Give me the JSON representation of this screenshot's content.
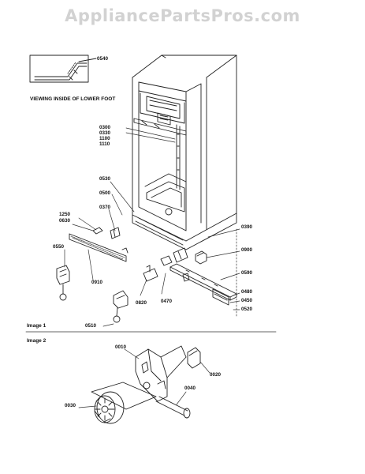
{
  "watermark": "AppliancePartsPros.com",
  "captions": {
    "lower_foot": "VIEWING INSIDE OF LOWER FOOT",
    "image1": "Image 1",
    "image2": "Image 2"
  },
  "parts": {
    "p0540": "0540",
    "p0300": "0300",
    "p0330": "0330",
    "p1100": "1100",
    "p1110": "1110",
    "p0530": "0530",
    "p0500": "0500",
    "p0370": "0370",
    "p1250": "1250",
    "p0630": "0630",
    "p0550": "0550",
    "p0910": "0910",
    "p0390": "0390",
    "p0900": "0900",
    "p0590": "0590",
    "p0820": "0820",
    "p0470": "0470",
    "p0480": "0480",
    "p0450": "0450",
    "p0520": "0520",
    "p0510": "0510",
    "p0010": "0010",
    "p0020": "0020",
    "p0040": "0040",
    "p0030": "0030"
  }
}
